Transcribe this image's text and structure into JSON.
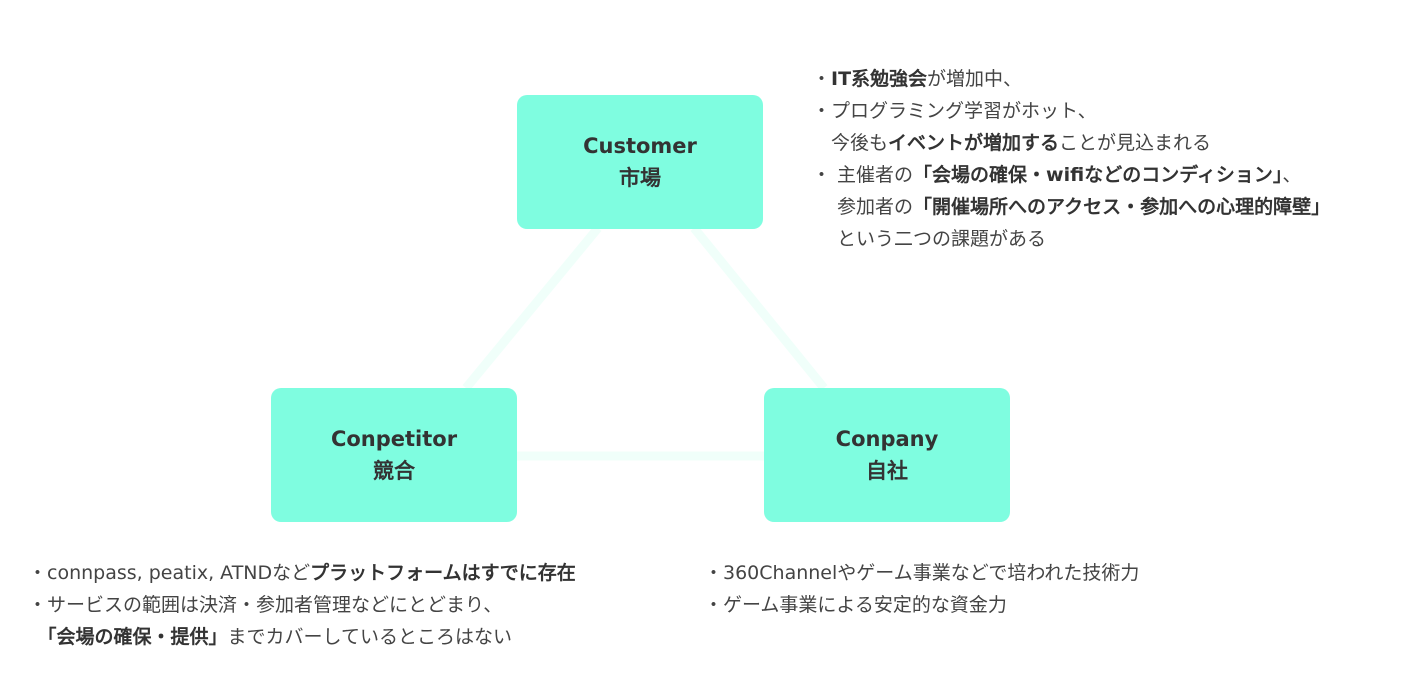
{
  "boxes": {
    "customer": {
      "en": "Customer",
      "ja": "市場"
    },
    "competitor": {
      "en": "Conpetitor",
      "ja": "競合"
    },
    "company": {
      "en": "Conpany",
      "ja": "自社"
    }
  },
  "colors": {
    "box_fill": "#7ffde0",
    "connector": "#f0fffa",
    "text": "#3a3a3a"
  },
  "notes": {
    "customer": [
      [
        {
          "t": "・",
          "b": false
        },
        {
          "t": "IT系勉強会",
          "b": true
        },
        {
          "t": "が増加中、",
          "b": false
        }
      ],
      [
        {
          "t": "・プログラミング学習がホット、",
          "b": false
        }
      ],
      [
        {
          "t": "　今後も",
          "b": false
        },
        {
          "t": "イベントが増加する",
          "b": true
        },
        {
          "t": "ことが見込まれる",
          "b": false
        }
      ],
      [
        {
          "t": "・ 主催者の",
          "b": false
        },
        {
          "t": "「会場の確保・wifiなどのコンディション」",
          "b": true
        },
        {
          "t": "、",
          "b": false
        }
      ],
      [
        {
          "t": "　 参加者の",
          "b": false
        },
        {
          "t": "「開催場所へのアクセス・参加への心理的障壁」",
          "b": true
        }
      ],
      [
        {
          "t": "　 という二つの課題がある",
          "b": false
        }
      ]
    ],
    "competitor": [
      [
        {
          "t": "・connpass, peatix, ATNDなど",
          "b": false
        },
        {
          "t": "プラットフォームはすでに存在",
          "b": true
        }
      ],
      [
        {
          "t": "・サービスの範囲は決済・参加者管理などにとどまり、",
          "b": false
        }
      ],
      [
        {
          "t": "　",
          "b": false
        },
        {
          "t": "「会場の確保・提供」",
          "b": true
        },
        {
          "t": "までカバーしているところはない",
          "b": false
        }
      ]
    ],
    "company": [
      [
        {
          "t": "・360Channelやゲーム事業などで培われた技術力",
          "b": false
        }
      ],
      [
        {
          "t": "・ゲーム事業による安定的な資金力",
          "b": false
        }
      ]
    ]
  }
}
